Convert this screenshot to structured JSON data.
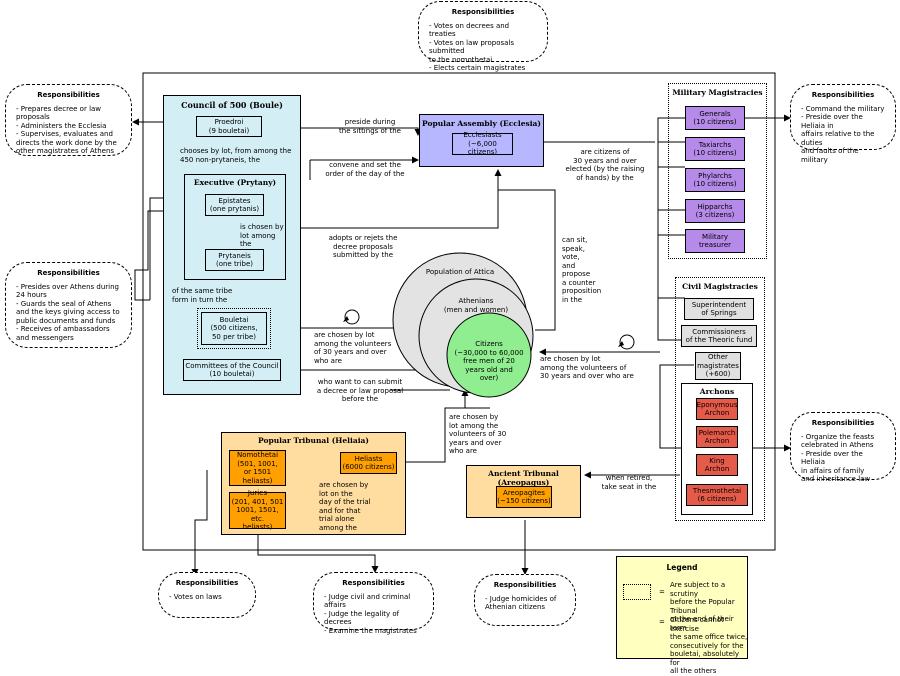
{
  "boule": {
    "title": "Council of 500 (Boule)",
    "proedroi": "Proedroi\n(9 bouletai)",
    "proedroi_note": "chooses by lot, from among the\n450 non-prytaneis, the",
    "executive_title": "Executive (Prytany)",
    "epistates": "Epistates\n(one prytanis)",
    "chosen_among": "is chosen by\nlot among the",
    "prytaneis": "Prytaneis\n(one tribe)",
    "same_tribe": "of the same tribe\nform in turn the",
    "bouletai": "Bouletai\n(500 citizens,\n50 per tribe)",
    "committees": "Committees of the Council\n(10 bouletai)"
  },
  "assembly": {
    "title": "Popular Assembly (Ecclesia)",
    "ecclesiasts": "Ecclesiasts\n(~6,000 citizens)"
  },
  "military": {
    "title": "Military Magistracies",
    "items": [
      "Generals\n(10 citizens)",
      "Taxiarchs\n(10 citizens)",
      "Phylarchs\n(10 citizens)",
      "Hipparchs\n(3 citizens)",
      "Military\ntreasurer"
    ]
  },
  "civil": {
    "title": "Civil Magistracies",
    "items": [
      "Superintendent\nof Springs",
      "Commissioners\nof the Theoric fund",
      "Other\nmagistrates\n(+600)"
    ],
    "archons_title": "Archons",
    "archons": [
      "Eponymous\nArchon",
      "Polemarch\nArchon",
      "King\nArchon",
      "Thesmothetai\n(6 citizens)"
    ]
  },
  "attica": {
    "population": "Population of Attica",
    "athenians": "Athenians\n(men and women)",
    "citizens": "Citizens\n(~30,000 to 60,000\nfree men of 20\nyears old and\nover)"
  },
  "heliaia": {
    "title": "Popular Tribunal (Heliaia)",
    "nomothetai": "Nomothetai\n(501, 1001,\nor 1501\nheliasts)",
    "juries": "Juries\n(201, 401, 501\n1001, 1501, etc.\nheliasts)",
    "heliasts": "Heliasts\n(6000 citizens)",
    "chosen_by_lot": "are chosen by\nlot on the\nday of the trial\nand for that\ntrial alone\namong the"
  },
  "areopagus": {
    "title": "Ancient Tribunal (Areopagus)",
    "areopagites": "Areopagites\n(~150 citizens)"
  },
  "labels": {
    "preside": "preside during\nthe sittings of the",
    "convene": "convene and set the\norder of the day of the",
    "adopts": "adopts or rejets the\ndecree proposals\nsubmitted by the",
    "citizens_elected": "are citizens of\n30 years and over\nelected (by the raising\nof hands) by the",
    "can_sit": "can sit,\nspeak,\nvote,\nand\npropose\na counter\nproposition\nin the",
    "chosen_volunteers_left": "are chosen by lot\namong the volunteers\nof 30 years and over\nwho are",
    "chosen_volunteers_right": "are chosen by lot\namong the volunteers of\n30 years and over who are",
    "who_want": "who want to can submit\na decree or law proposal\nbefore the",
    "chosen_heliasts": "are chosen by\nlot among the\nvolunteers of 30\nyears and over\nwho are",
    "when_retired": "when retired,\ntake seat in the"
  },
  "responsibilities": {
    "heading": "Responsibilities",
    "assembly": [
      "- Votes on decrees and treaties",
      "- Votes on law proposals submitted\n  to the nomothetai",
      "- Elects certain magistrates"
    ],
    "boule": [
      "- Prepares decree or law proposals",
      "- Administers the Ecclesia",
      "- Supervises, evaluates and\n  directs the work done by the\n  other magistrates of Athens"
    ],
    "epistates": [
      "- Presides over Athens during\n  24 hours",
      "- Guards the seal of Athens\n  and the keys giving access to\n  public documents and funds",
      "- Receives of ambassadors\n  and messengers"
    ],
    "military": [
      "- Command the military",
      "- Preside over the Heliaia in\n  affairs relative to the duties\n  and faults of the military"
    ],
    "archons": [
      "- Organize the feasts\n  celebrated in Athens",
      "- Preside over the Heliaia\n  in affairs of family\n  and inheritance law"
    ],
    "nomothetai": [
      "- Votes on laws"
    ],
    "juries": [
      "- Judge civil and criminal affairs",
      "- Judge the legality of decrees",
      "- Examine the magistrates"
    ],
    "areopagus": [
      "- Judge homicides of\n  Athenian citizens"
    ]
  },
  "legend": {
    "title": "Legend",
    "eq": "=",
    "dotted": "Are subject to a scrutiny\nbefore the Popular Tribunal\nat the end of their term",
    "loop": "Citizens cannot exercise\nthe same office twice,\nconsecutively for the\nbouletai, absolutely for\nall the others"
  },
  "colors": {
    "boule": "#d4eef5",
    "assembly": "#b7b7ff",
    "magistrate": "#b58ae8",
    "archon": "#e65a4a",
    "tribunal": "#ffdda0",
    "heliast": "#ff9f00",
    "citizens": "#90ee90",
    "legend": "#ffffc0"
  }
}
